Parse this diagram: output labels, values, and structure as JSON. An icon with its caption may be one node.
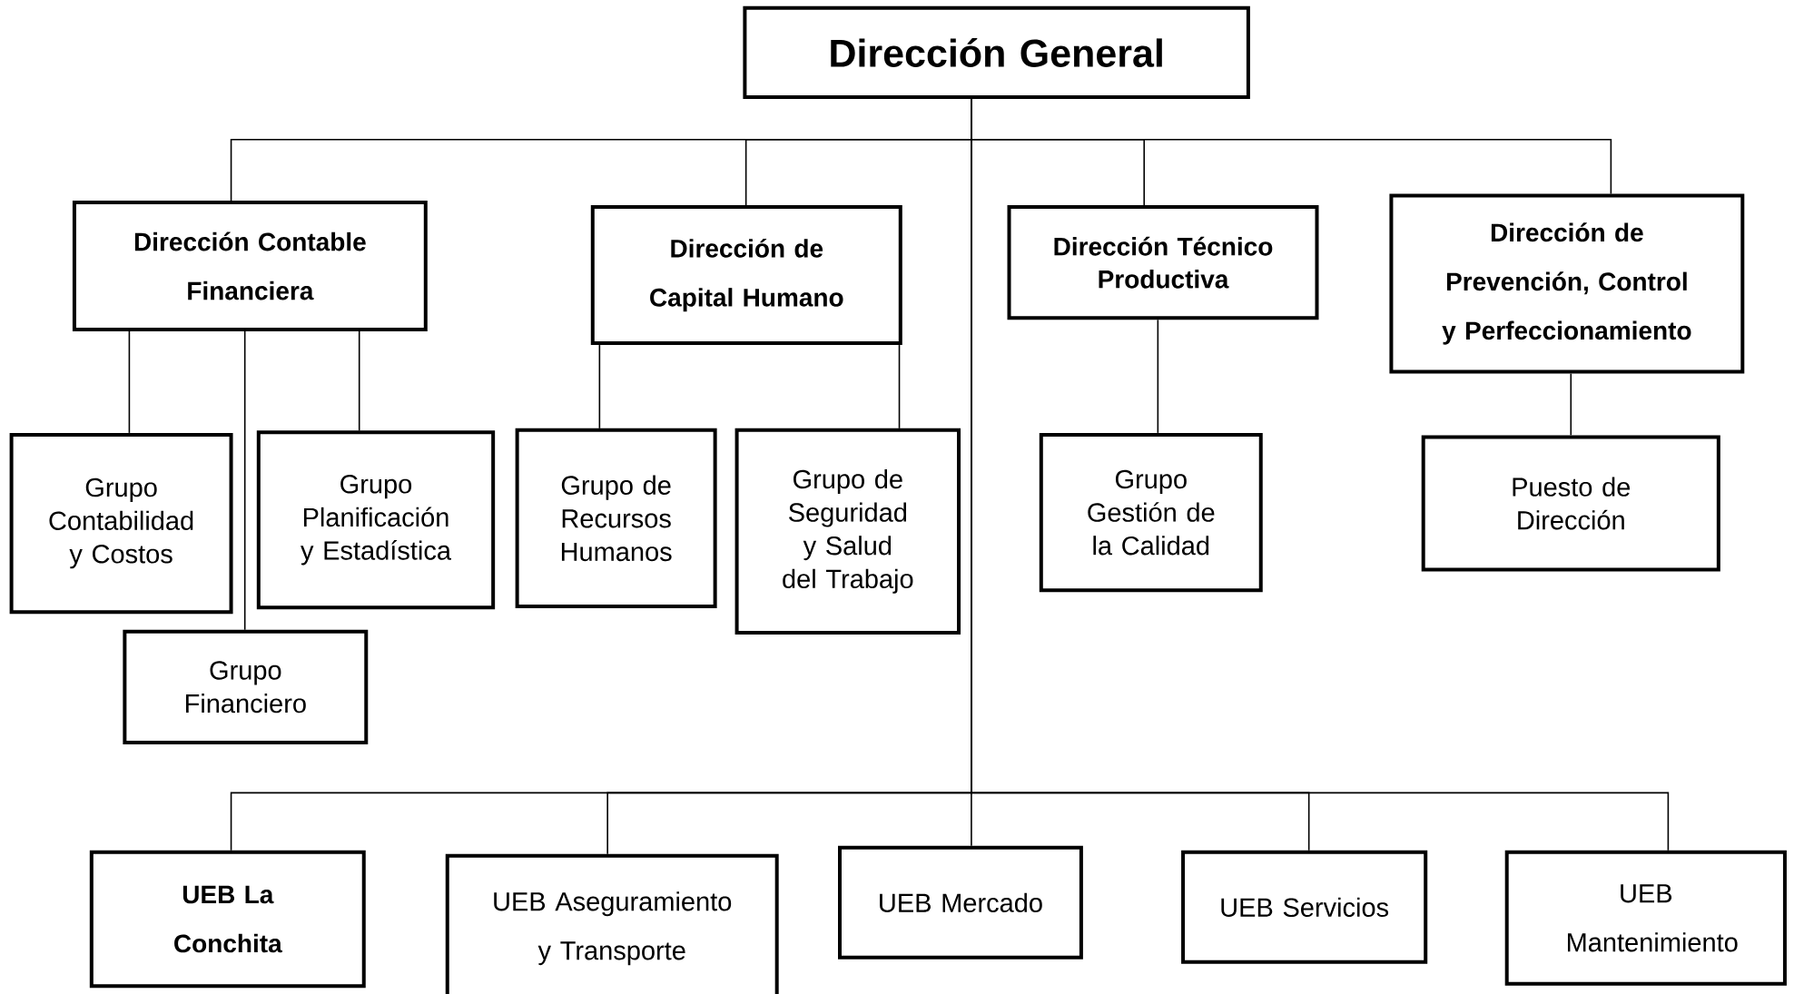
{
  "diagram": {
    "nodes": [
      {
        "text": [
          "Dirección General"
        ]
      },
      {
        "text": [
          "Dirección Contable Financiera"
        ]
      },
      {
        "text": [
          "Dirección de Capital Humano"
        ]
      },
      {
        "text": [
          "Dirección Técnico Productiva"
        ]
      },
      {
        "text": [
          "Dirección de Prevención, Control y Perfeccionamiento"
        ]
      },
      {
        "text": [
          "Grupo Contabilidad y Costos"
        ]
      },
      {
        "text": [
          "Grupo Planificación y Estadística"
        ]
      },
      {
        "text": [
          "Grupo Financiero"
        ]
      },
      {
        "text": [
          "Grupo de Recursos Humanos"
        ]
      },
      {
        "text": [
          "Grupo de Seguridad y Salud del Trabajo"
        ]
      },
      {
        "text": [
          "Grupo Gestión de la Calidad"
        ]
      },
      {
        "text": [
          "Puesto de Dirección"
        ]
      },
      {
        "text": [
          "UEB La Conchita"
        ]
      },
      {
        "text": [
          "UEB Aseguramiento y Transporte"
        ]
      },
      {
        "text": [
          "UEB Mercado"
        ]
      },
      {
        "text": [
          "UEB Servicios"
        ]
      },
      {
        "text": [
          "UEB Mantenimiento"
        ]
      }
    ],
    "edges": [
      {
        "from": 0,
        "to": 1,
        "arrow": "none"
      },
      {
        "from": 0,
        "to": 2,
        "arrow": "none"
      },
      {
        "from": 0,
        "to": 3,
        "arrow": "none"
      },
      {
        "from": 0,
        "to": 4,
        "arrow": "none"
      },
      {
        "from": 1,
        "to": 5,
        "arrow": "none"
      },
      {
        "from": 1,
        "to": 7,
        "arrow": "none"
      },
      {
        "from": 1,
        "to": 6,
        "arrow": "none"
      },
      {
        "from": 2,
        "to": 8,
        "arrow": "none"
      },
      {
        "from": 2,
        "to": 9,
        "arrow": "none"
      },
      {
        "from": 3,
        "to": 10,
        "arrow": "none"
      },
      {
        "from": 4,
        "to": 11,
        "arrow": "none"
      },
      {
        "from": 0,
        "to": 12,
        "arrow": "none"
      },
      {
        "from": 0,
        "to": 13,
        "arrow": "none"
      },
      {
        "from": 0,
        "to": 14,
        "arrow": "none"
      },
      {
        "from": 0,
        "to": 15,
        "arrow": "none"
      },
      {
        "from": 0,
        "to": 16,
        "arrow": "none"
      }
    ]
  }
}
